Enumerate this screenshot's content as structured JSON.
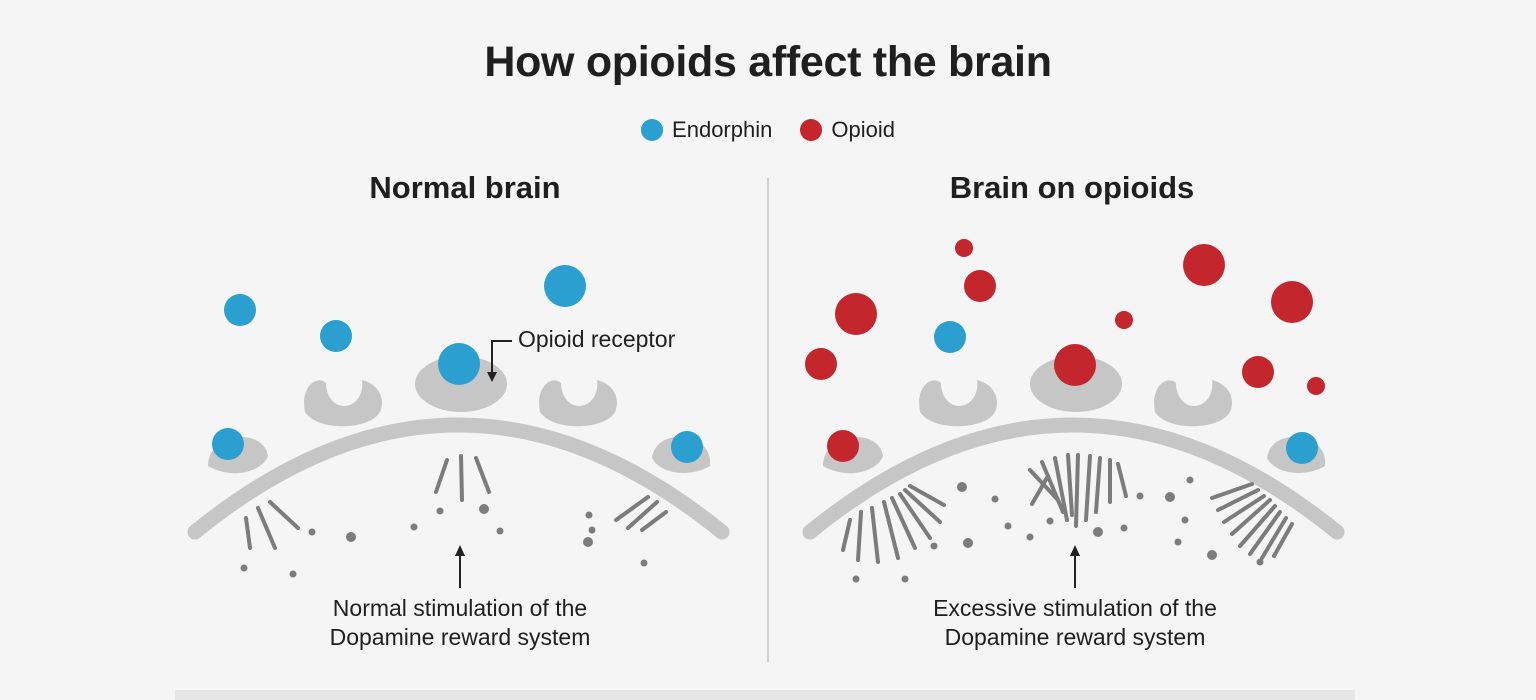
{
  "title": "How opioids affect the brain",
  "legend": [
    {
      "label": "Endorphin",
      "color": "#2a9fd0"
    },
    {
      "label": "Opioid",
      "color": "#c4262e"
    }
  ],
  "colors": {
    "endorphin": "#2a9fd0",
    "opioid": "#c4262e",
    "membrane": "#c6c6c6",
    "signal": "#7c7c7c",
    "background": "#f5f5f5"
  },
  "panels": {
    "normal": {
      "title": "Normal brain",
      "receptor_label": "Opioid receptor",
      "caption_line1": "Normal stimulation of the",
      "caption_line2": "Dopamine reward system"
    },
    "opioids": {
      "title": "Brain on opioids",
      "caption_line1": "Excessive stimulation of the",
      "caption_line2": "Dopamine reward system"
    }
  }
}
